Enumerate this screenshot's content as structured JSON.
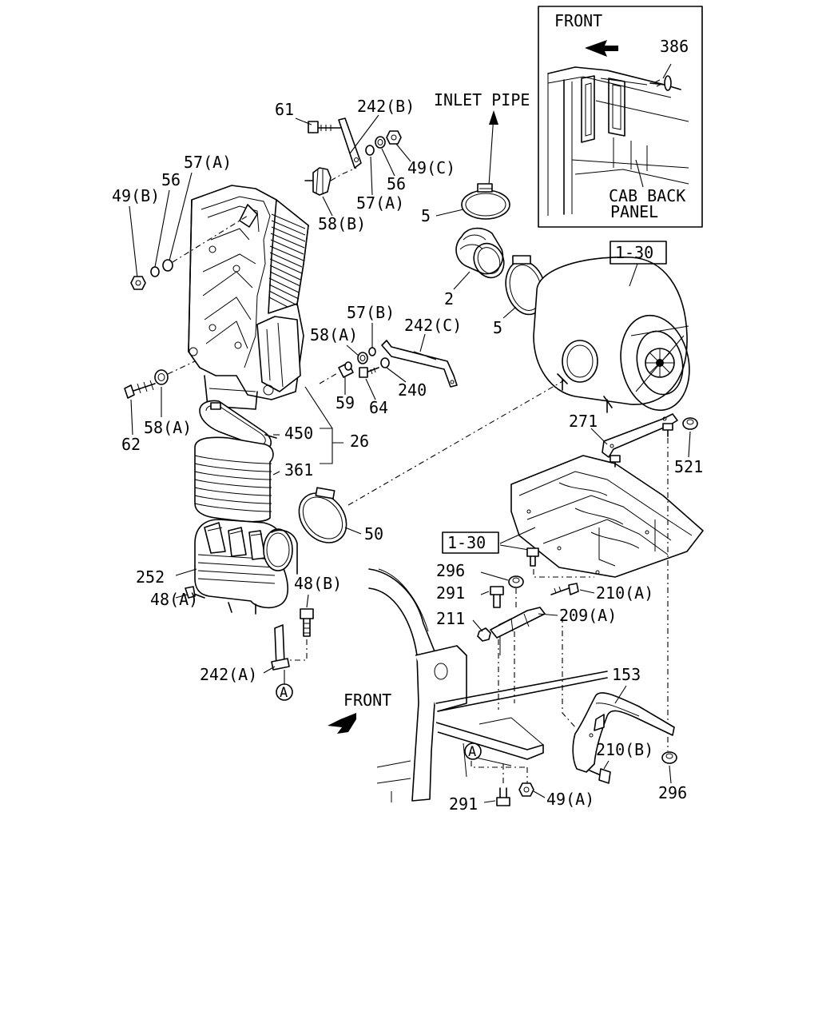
{
  "labels": {
    "front_top": "FRONT",
    "p386": "386",
    "cab_back_1": "CAB BACK",
    "cab_back_2": "PANEL",
    "inlet_pipe": "INLET PIPE",
    "ref_1_30_a": "1-30",
    "ref_1_30_b": "1-30",
    "p61": "61",
    "p242b": "242(B)",
    "p57a_top": "57(A)",
    "p56_left": "56",
    "p49b": "49(B)",
    "p56_right": "56",
    "p49c": "49(C)",
    "p57a_mid": "57(A)",
    "p58b": "58(B)",
    "p5_top": "5",
    "p2": "2",
    "p5_bot": "5",
    "p57b": "57(B)",
    "p58a_mid": "58(A)",
    "p242c": "242(C)",
    "p59": "59",
    "p240": "240",
    "p64": "64",
    "p62": "62",
    "p58a_left": "58(A)",
    "p450": "450",
    "p26": "26",
    "p361": "361",
    "p50": "50",
    "p271": "271",
    "p521": "521",
    "p252": "252",
    "p48b": "48(B)",
    "p48a": "48(A)",
    "p242a": "242(A)",
    "circ_a_left": "A",
    "p296_top": "296",
    "p291_top": "291",
    "p210a": "210(A)",
    "p211": "211",
    "p209a": "209(A)",
    "p153": "153",
    "front_bottom": "FRONT",
    "circ_a_bottom": "A",
    "p210b": "210(B)",
    "p291_bot": "291",
    "p49a": "49(A)",
    "p296_bot": "296"
  }
}
